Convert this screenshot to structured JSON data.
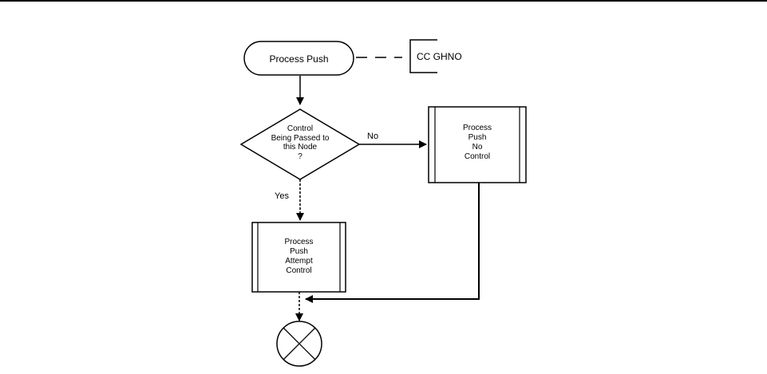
{
  "flowchart": {
    "start_label": "Process Push",
    "annotation_label": "CC GHNO",
    "decision_lines": [
      "Control",
      "Being Passed to",
      "this Node",
      "?"
    ],
    "no_label": "No",
    "yes_label": "Yes",
    "process_no_control_lines": [
      "Process",
      "Push",
      "No",
      "Control"
    ],
    "process_attempt_control_lines": [
      "Process",
      "Push",
      "Attempt",
      "Control"
    ],
    "connector_symbol": "circle-x-icon"
  }
}
